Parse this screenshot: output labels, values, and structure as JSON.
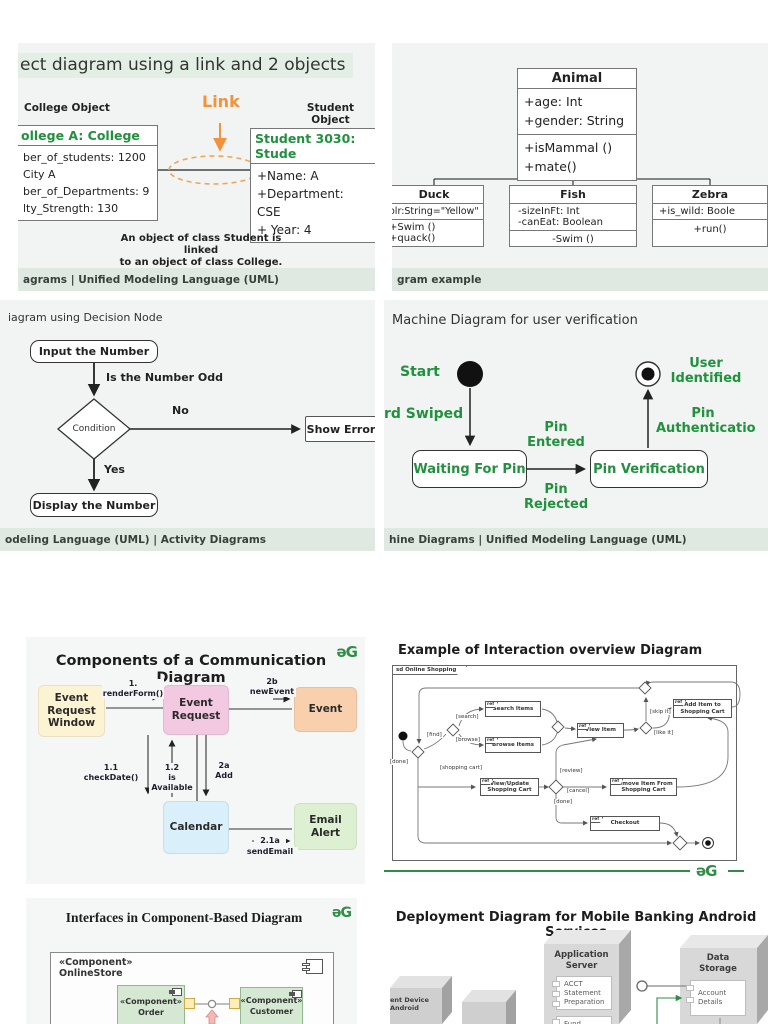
{
  "colors": {
    "gfg_green": "#2f8d46",
    "diagram_green": "#21913e",
    "link_orange": "#f2933c",
    "footer_bar": "#dfe9e1",
    "panel_bg": "#f1f4f2",
    "comm_yellow": "#fcf3d3",
    "comm_pink": "#f2c9e1",
    "comm_orange": "#f8d0ae",
    "comm_blue": "#d9effa",
    "comm_green": "#def0d2",
    "component_green": "#d4e8d2",
    "port_yellow": "#fdedb7"
  },
  "object": {
    "title": "ect diagram using a link and 2 objects",
    "college_label": "College Object",
    "link_label": "Link",
    "student_label": "Student Object",
    "college_header": "ollege A: College",
    "college_attrs": "ber_of_students: 1200\nCity A\nber_of_Departments: 9\nlty_Strength: 130",
    "student_header": "Student 3030: Stude",
    "student_attrs": "+Name: A\n+Department: CSE\n+ Year: 4",
    "caption": "An object of class Student is linked\nto an object of class College.",
    "footer": "agrams | Unified Modeling Language (UML)"
  },
  "cls": {
    "animal_name": "Animal",
    "animal_attrs": "+age: Int\n+gender: String",
    "animal_ops": "+isMammal ()\n+mate()",
    "duck_name": "Duck",
    "duck_attr": "olr:String=\"Yellow\"",
    "duck_ops": "+Swim ()\n+quack()",
    "fish_name": "Fish",
    "fish_attrs": "-sizeInFt: Int\n-canEat: Boolean",
    "fish_op": "-Swim ()",
    "zebra_name": "Zebra",
    "zebra_attr": "+is_wild: Boole",
    "zebra_op": "+run()",
    "footer": "gram example"
  },
  "activity": {
    "title": "iagram using Decision Node",
    "node_input": "Input the Number",
    "edge_odd": "Is the Number Odd",
    "node_condition": "Condition",
    "edge_no": "No",
    "node_error": "Show Error",
    "edge_yes": "Yes",
    "node_display": "Display the Number",
    "footer": "odeling Language (UML) | Activity Diagrams"
  },
  "state": {
    "title": "Machine Diagram for user verification",
    "start": "Start",
    "card_swiped": "rd Swiped",
    "waiting": "Waiting For Pin",
    "pin_entered": "Pin\nEntered",
    "pin_rejected": "Pin\nRejected",
    "verification": "Pin Verification",
    "pin_auth": "Pin\nAuthenticatio",
    "user_identified": "User\nIdentified",
    "footer": "hine Diagrams | Unified Modeling Language (UML)"
  },
  "comm": {
    "title": "Components of a Communication Diagram",
    "logo": "ǝG",
    "n_erw": "Event\nRequest\nWindow",
    "n_er": "Event\nRequest",
    "n_event": "Event",
    "n_cal": "Calendar",
    "n_email": "Email\nAlert",
    "e_render": "1. renderForm()",
    "e_newevent": "2b\nnewEvent",
    "e_check": "1.1 checkDate()",
    "e_avail": "1.2\nis Available",
    "e_add": "2a\nAdd",
    "e_send1": "2.1a",
    "e_send2": "sendEmail"
  },
  "inter": {
    "title": "Example of Interaction overview Diagram",
    "frame_label": "sd Online Shopping",
    "ref": "ref",
    "b_search": "Search Items",
    "b_browse": "Browse Items",
    "b_view": "View Item",
    "b_add": "Add Item to\nShopping Cart",
    "b_viewupd": "View/Update\nShopping Cart",
    "b_remove": "Remove Item From\nShopping Cart",
    "b_checkout": "Checkout",
    "g_done1": "[done]",
    "g_find": "[find]",
    "g_search": "[search]",
    "g_browse": "[browse]",
    "g_cart": "[shopping cart]",
    "g_review": "[review]",
    "g_cancel": "[cancel]",
    "g_done2": "[done]",
    "g_skip": "[skip it]",
    "g_like": "[like it]",
    "logo": "ǝG"
  },
  "comp": {
    "title": "Interfaces in Component-Based Diagram",
    "logo": "ǝG",
    "outer_label": "«Component»\nOnlineStore",
    "order_label": "«Component»\nOrder",
    "customer_label": "«Component»\nCustomer"
  },
  "deploy": {
    "title": "Deployment Diagram for Mobile Banking Android Services",
    "client": "ent Device\nAndroid",
    "app_server": "Application\nServer",
    "acct": "ACCT\nStatement\nPreparation",
    "fund": "Fund",
    "data_storage": "Data\nStorage",
    "account": "Account\nDetails"
  }
}
